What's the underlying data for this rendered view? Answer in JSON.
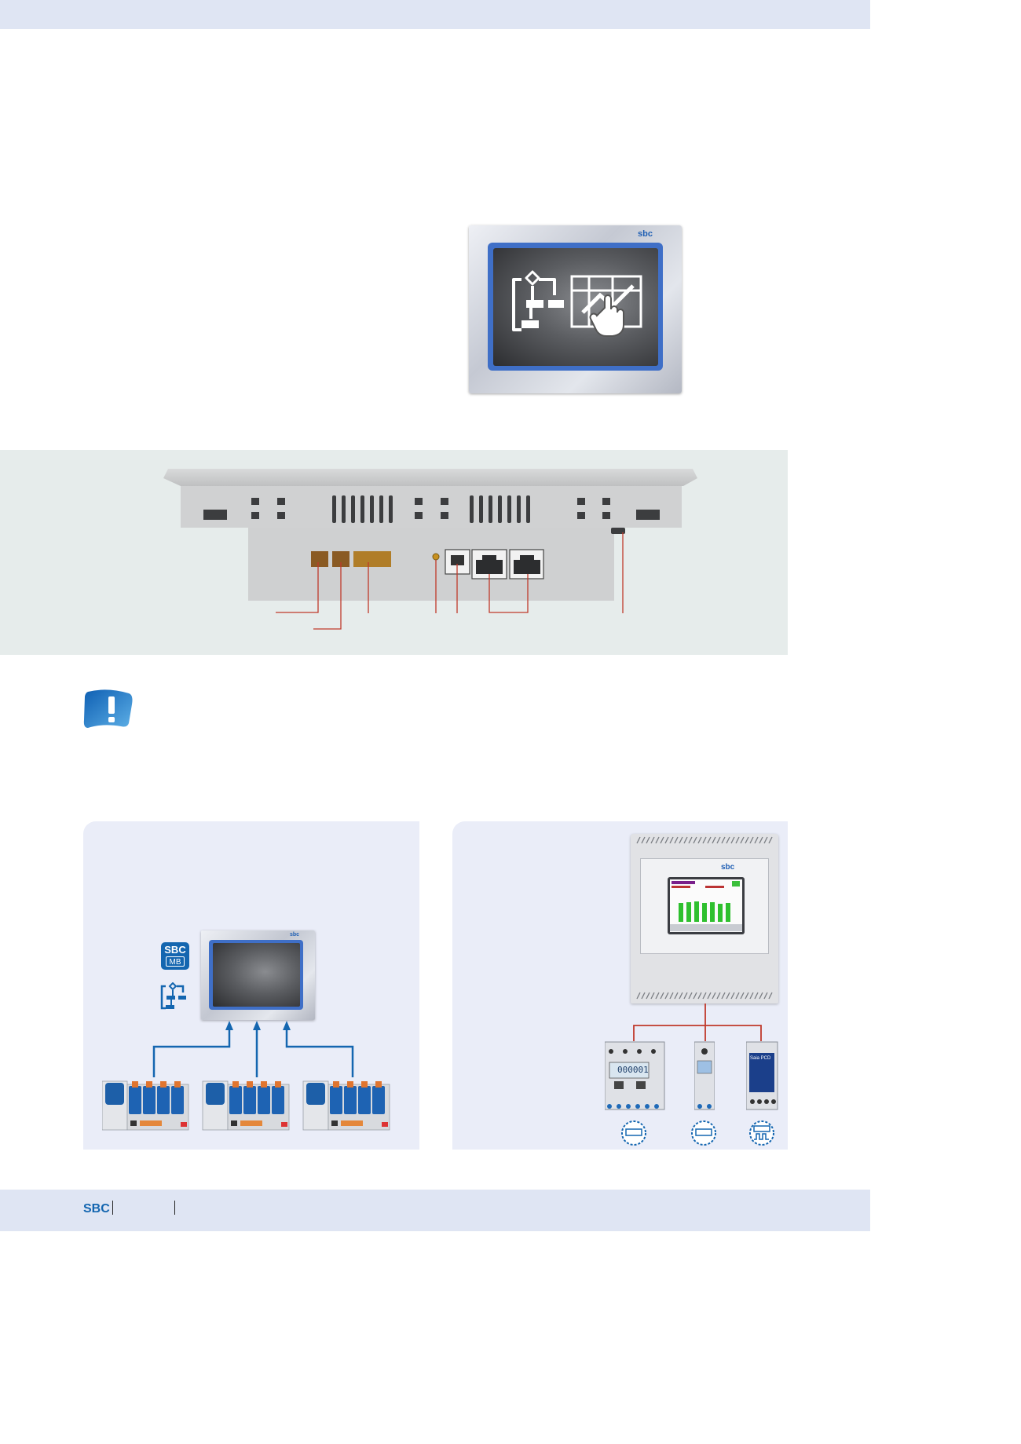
{
  "hero": {
    "logo": "sbc"
  },
  "footer": {
    "brand": "SBC"
  },
  "card_left": {
    "badge_top": "SBC",
    "badge_bottom": "MB"
  },
  "card_right": {
    "device_logo": "sbc",
    "meter_display": "000001",
    "meter_brand": "Saia PCD",
    "icons": [
      "meter-counter-icon",
      "meter-counter-icon",
      "pulse-counter-icon"
    ]
  },
  "colors": {
    "accent_blue": "#1466b0",
    "connector_red": "#c0392b",
    "band_blue": "#dfe5f3",
    "diagram_bg": "#e6eceb",
    "card_bg": "#eaedf8"
  }
}
